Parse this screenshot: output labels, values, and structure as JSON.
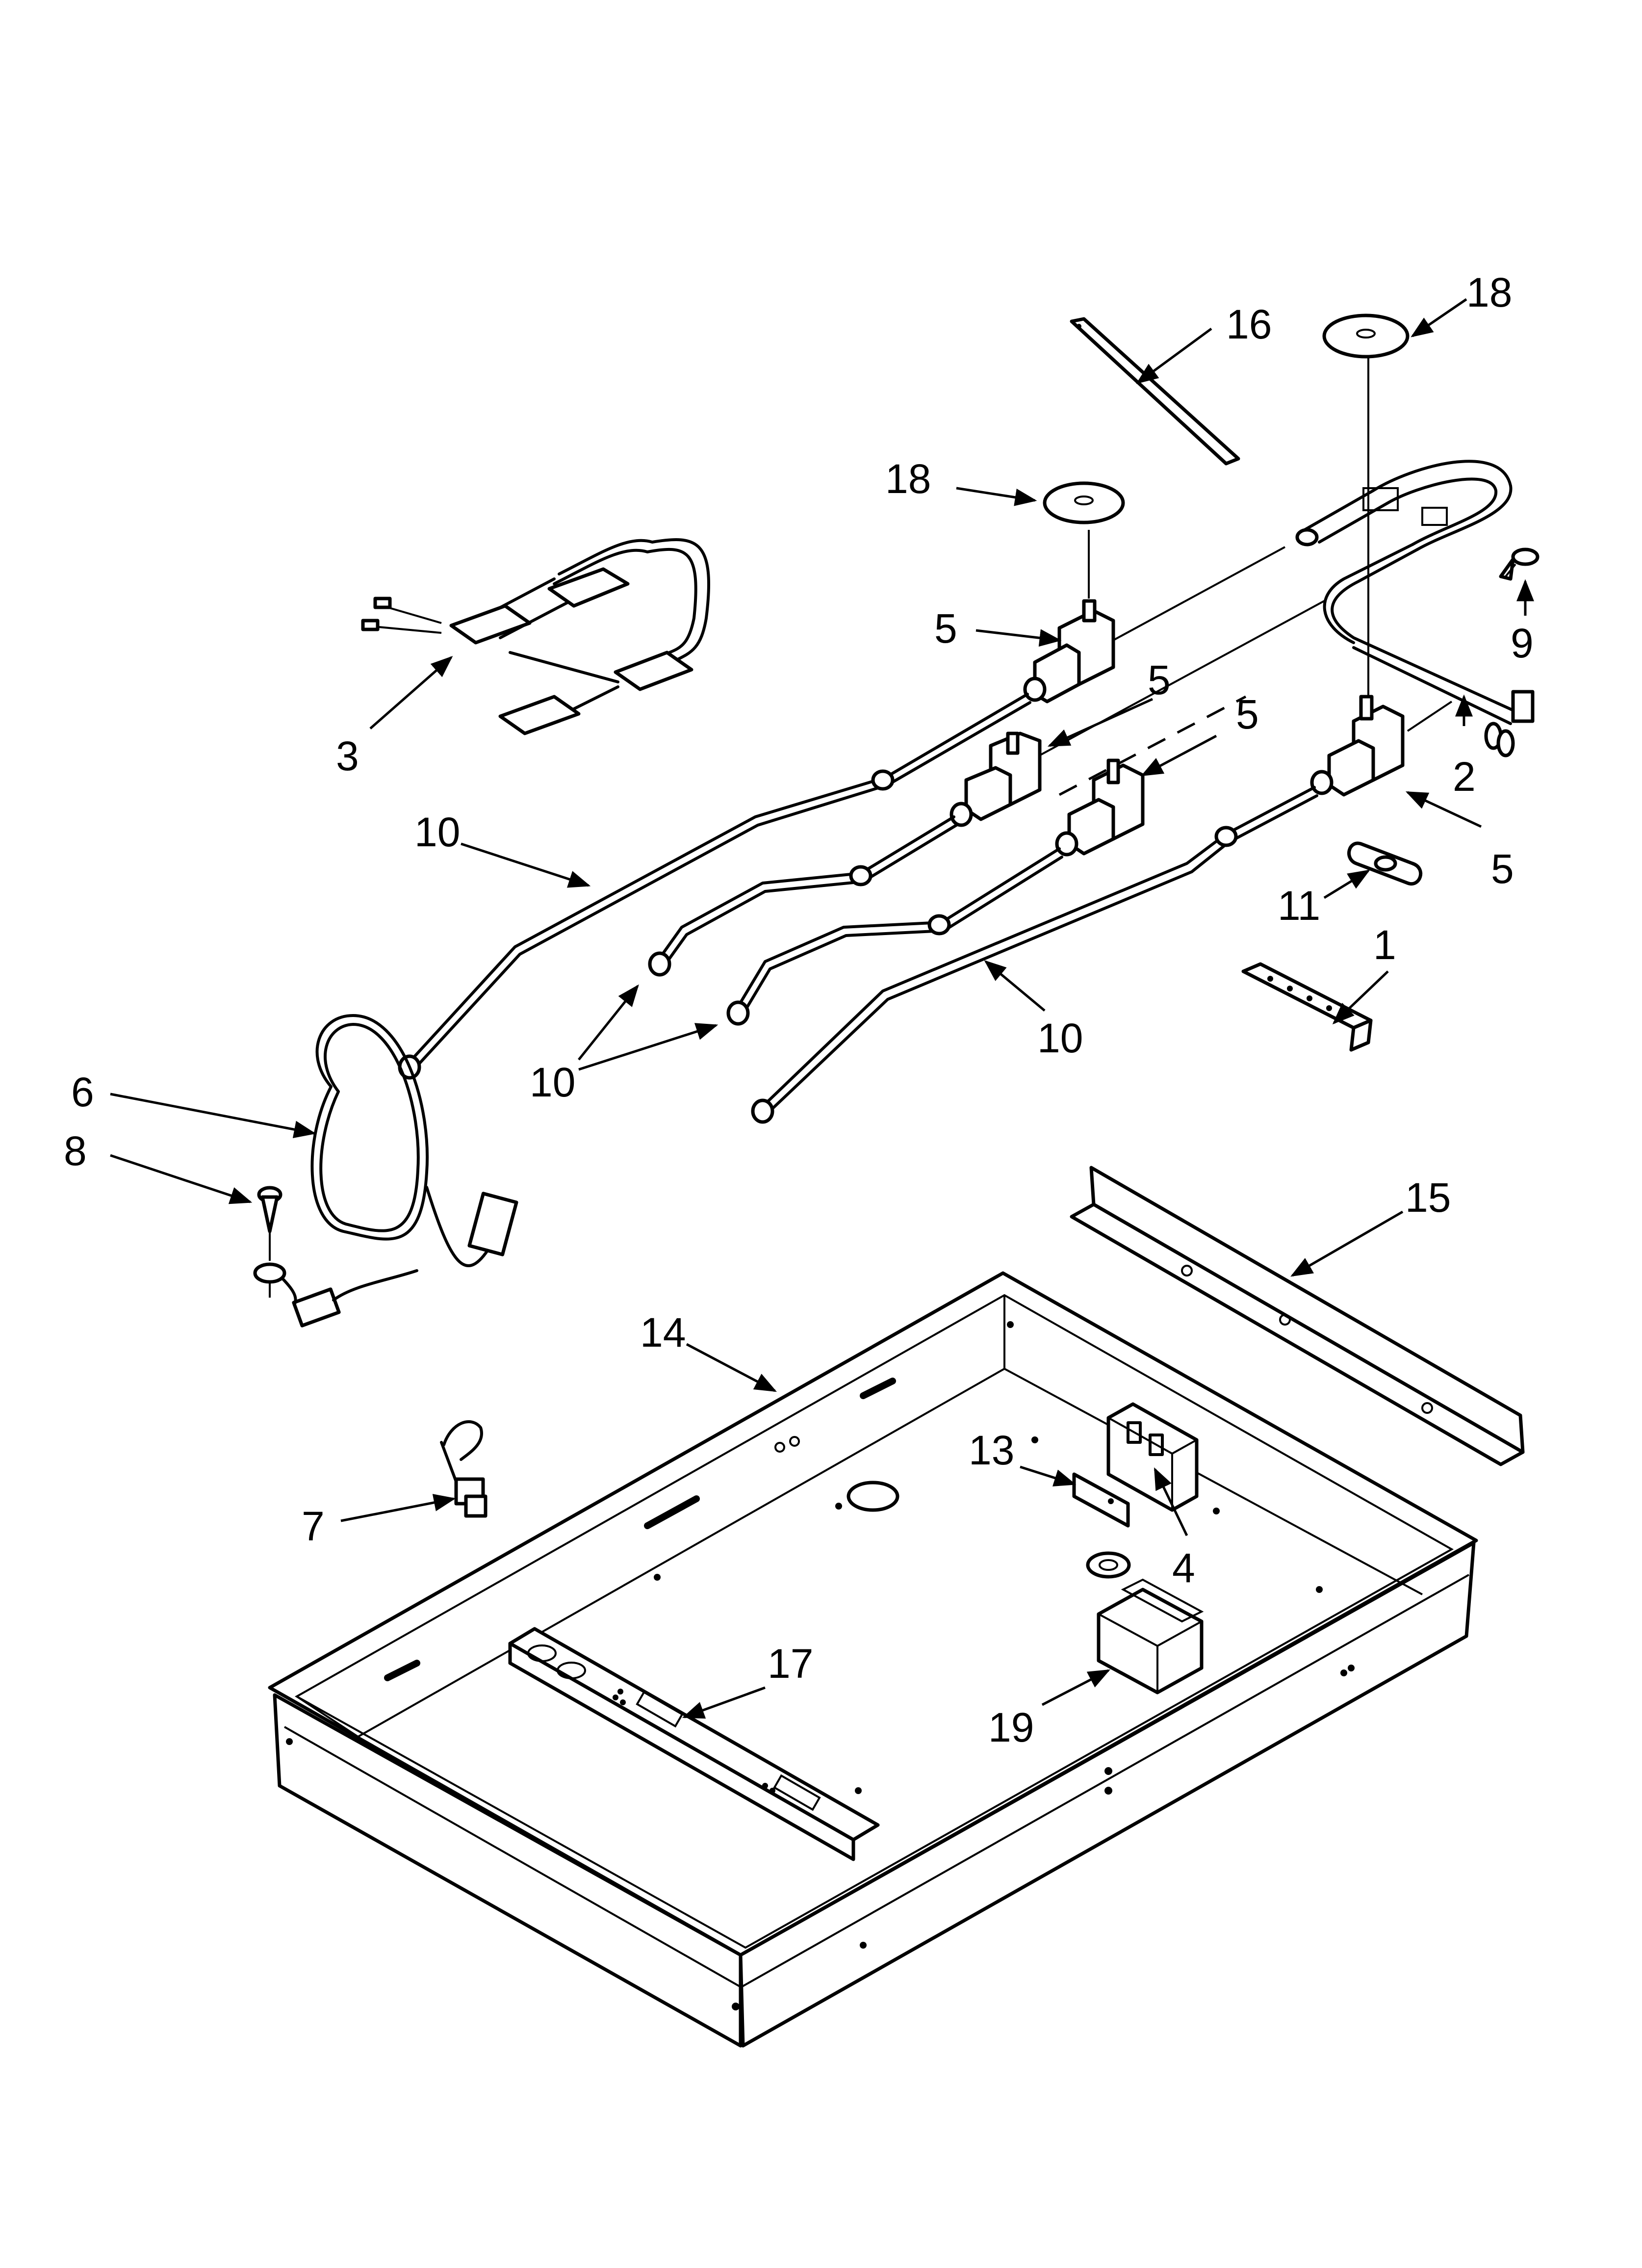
{
  "diagram": {
    "labels": [
      {
        "id": "1",
        "text": "1"
      },
      {
        "id": "2",
        "text": "2"
      },
      {
        "id": "3",
        "text": "3"
      },
      {
        "id": "4",
        "text": "4"
      },
      {
        "id": "5a",
        "text": "5"
      },
      {
        "id": "5b",
        "text": "5"
      },
      {
        "id": "5c",
        "text": "5"
      },
      {
        "id": "5d",
        "text": "5"
      },
      {
        "id": "6",
        "text": "6"
      },
      {
        "id": "7",
        "text": "7"
      },
      {
        "id": "8",
        "text": "8"
      },
      {
        "id": "9",
        "text": "9"
      },
      {
        "id": "10a",
        "text": "10"
      },
      {
        "id": "10b",
        "text": "10"
      },
      {
        "id": "10c",
        "text": "10"
      },
      {
        "id": "11",
        "text": "11"
      },
      {
        "id": "13",
        "text": "13"
      },
      {
        "id": "14",
        "text": "14"
      },
      {
        "id": "15",
        "text": "15"
      },
      {
        "id": "16",
        "text": "16"
      },
      {
        "id": "17",
        "text": "17"
      },
      {
        "id": "18a",
        "text": "18"
      },
      {
        "id": "18b",
        "text": "18"
      },
      {
        "id": "19",
        "text": "19"
      }
    ]
  }
}
